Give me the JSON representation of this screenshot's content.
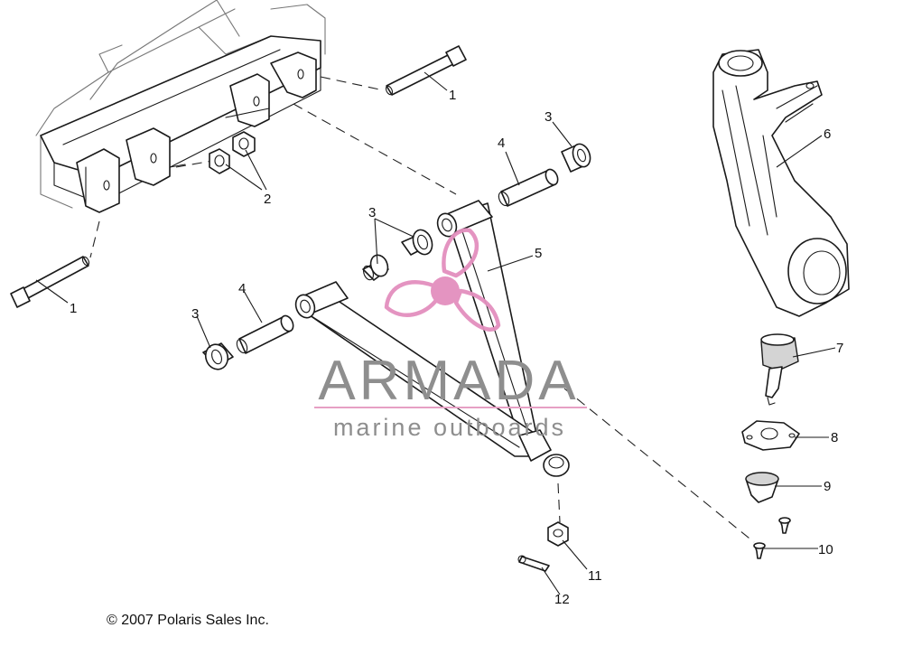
{
  "callouts": [
    {
      "id": "c1a",
      "label": "1"
    },
    {
      "id": "c1b",
      "label": "1"
    },
    {
      "id": "c2",
      "label": "2"
    },
    {
      "id": "c3a",
      "label": "3"
    },
    {
      "id": "c3b",
      "label": "3"
    },
    {
      "id": "c3c",
      "label": "3"
    },
    {
      "id": "c4a",
      "label": "4"
    },
    {
      "id": "c4b",
      "label": "4"
    },
    {
      "id": "c5",
      "label": "5"
    },
    {
      "id": "c6",
      "label": "6"
    },
    {
      "id": "c7",
      "label": "7"
    },
    {
      "id": "c8",
      "label": "8"
    },
    {
      "id": "c9",
      "label": "9"
    },
    {
      "id": "c10",
      "label": "10"
    },
    {
      "id": "c11",
      "label": "11"
    },
    {
      "id": "c12",
      "label": "12"
    }
  ],
  "copyright": "© 2007 Polaris Sales Inc.",
  "watermark": {
    "title": "ARMADA",
    "subtitle": "marine outboards",
    "accent_color": "#e6a0c4",
    "logo_color": "#e38fbe"
  }
}
